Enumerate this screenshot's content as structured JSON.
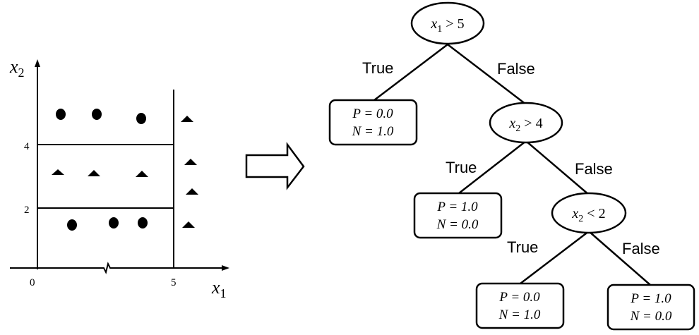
{
  "plot": {
    "x_axis_label": "x",
    "x_axis_sub": "1",
    "y_axis_label": "x",
    "y_axis_sub": "2",
    "origin_label": "0",
    "x_split_label": "5",
    "y_tick_low": "2",
    "y_tick_high": "4"
  },
  "tree": {
    "root": {
      "var": "x",
      "sub": "1",
      "rest": " > 5"
    },
    "node_a": {
      "var": "x",
      "sub": "2",
      "rest": " > 4"
    },
    "node_b": {
      "var": "x",
      "sub": "2",
      "rest": " < 2"
    },
    "edge_labels": {
      "root_true": "True",
      "root_false": "False",
      "a_true": "True",
      "a_false": "False",
      "b_true": "True",
      "b_false": "False"
    },
    "leaf1": {
      "p": "P = 0.0",
      "n": "N = 1.0"
    },
    "leaf2": {
      "p": "P = 1.0",
      "n": "N = 0.0"
    },
    "leaf3": {
      "p": "P = 0.0",
      "n": "N = 1.0"
    },
    "leaf4": {
      "p": "P = 1.0",
      "n": "N = 0.0"
    }
  }
}
